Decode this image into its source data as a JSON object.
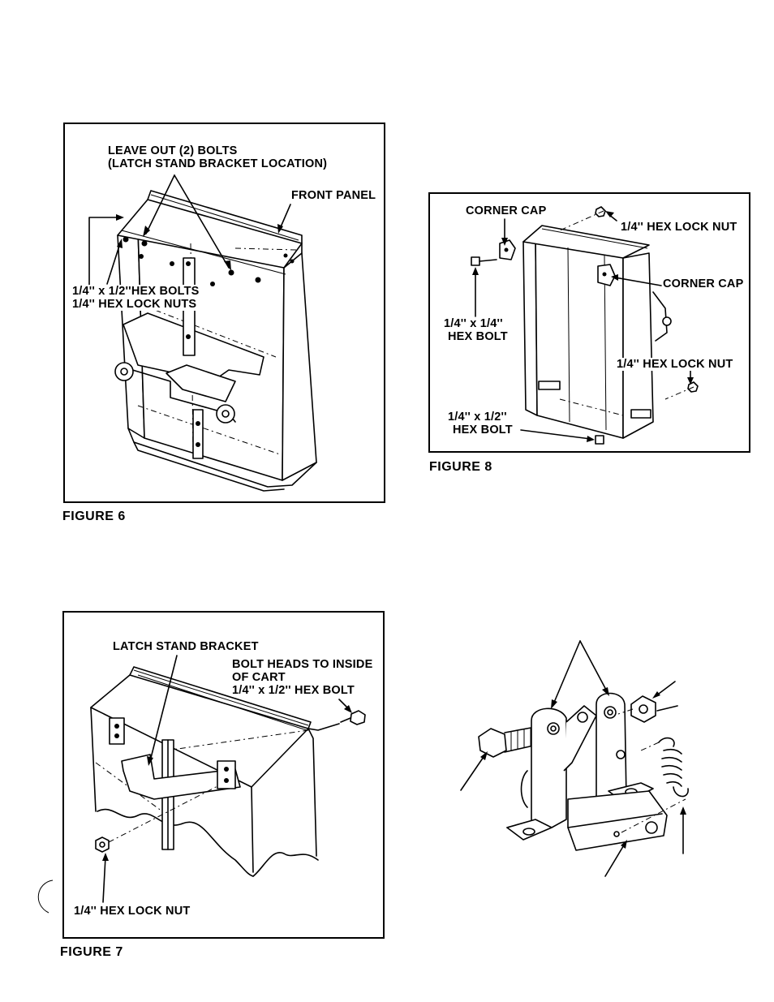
{
  "figure6": {
    "caption": "FIGURE 6",
    "leave_out_line1": "LEAVE OUT (2) BOLTS",
    "leave_out_line2": "(LATCH STAND BRACKET LOCATION)",
    "front_panel": "FRONT PANEL",
    "hex_bolts": "1/4'' x 1/2''HEX BOLTS",
    "hex_lock_nuts": "1/4'' HEX LOCK NUTS"
  },
  "figure7": {
    "caption": "FIGURE 7",
    "latch_stand_bracket": "LATCH STAND BRACKET",
    "bolt_heads_line1": "BOLT HEADS TO INSIDE",
    "bolt_heads_line2": "OF CART",
    "hex_bolt": "1/4'' x 1/2'' HEX BOLT",
    "hex_lock_nut": "1/4'' HEX LOCK NUT"
  },
  "figure8": {
    "caption": "FIGURE 8",
    "corner_cap_top": "CORNER CAP",
    "hex_lock_nut_top": "1/4'' HEX LOCK NUT",
    "corner_cap_right": "CORNER CAP",
    "hex_bolt_left_line1": "1/4'' x 1/4''",
    "hex_bolt_left_line2": "HEX BOLT",
    "hex_lock_nut_right": "1/4'' HEX LOCK NUT",
    "hex_bolt_bottom_line1": "1/4'' x 1/2''",
    "hex_bolt_bottom_line2": "HEX BOLT"
  }
}
